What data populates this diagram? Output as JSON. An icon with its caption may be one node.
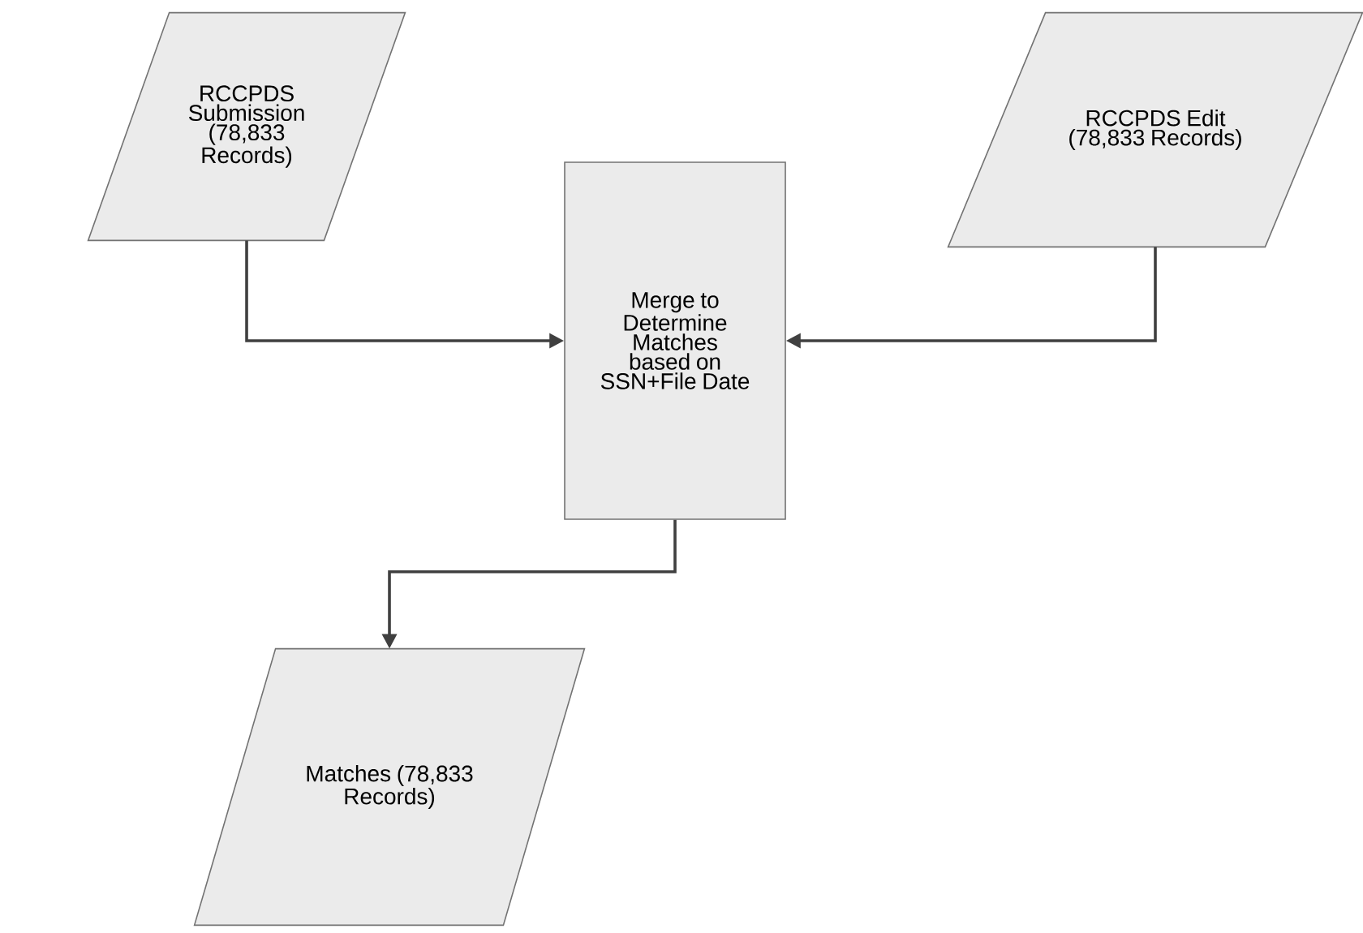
{
  "diagram": {
    "nodes": [
      {
        "text": [
          "RCCPDS Submission (78,833 Records)"
        ]
      },
      {
        "text": [
          "RCCPDS Edit (78,833 Records)"
        ]
      },
      {
        "text": [
          "Merge to Determine Matches based on SSN+File Date"
        ]
      },
      {
        "text": [
          "Matches (78,833 Records)"
        ]
      }
    ],
    "edges": [
      {
        "from": 0,
        "to": 2,
        "arrow": "to"
      },
      {
        "from": 1,
        "to": 2,
        "arrow": "to"
      },
      {
        "from": 2,
        "to": 3,
        "arrow": "to"
      }
    ]
  }
}
